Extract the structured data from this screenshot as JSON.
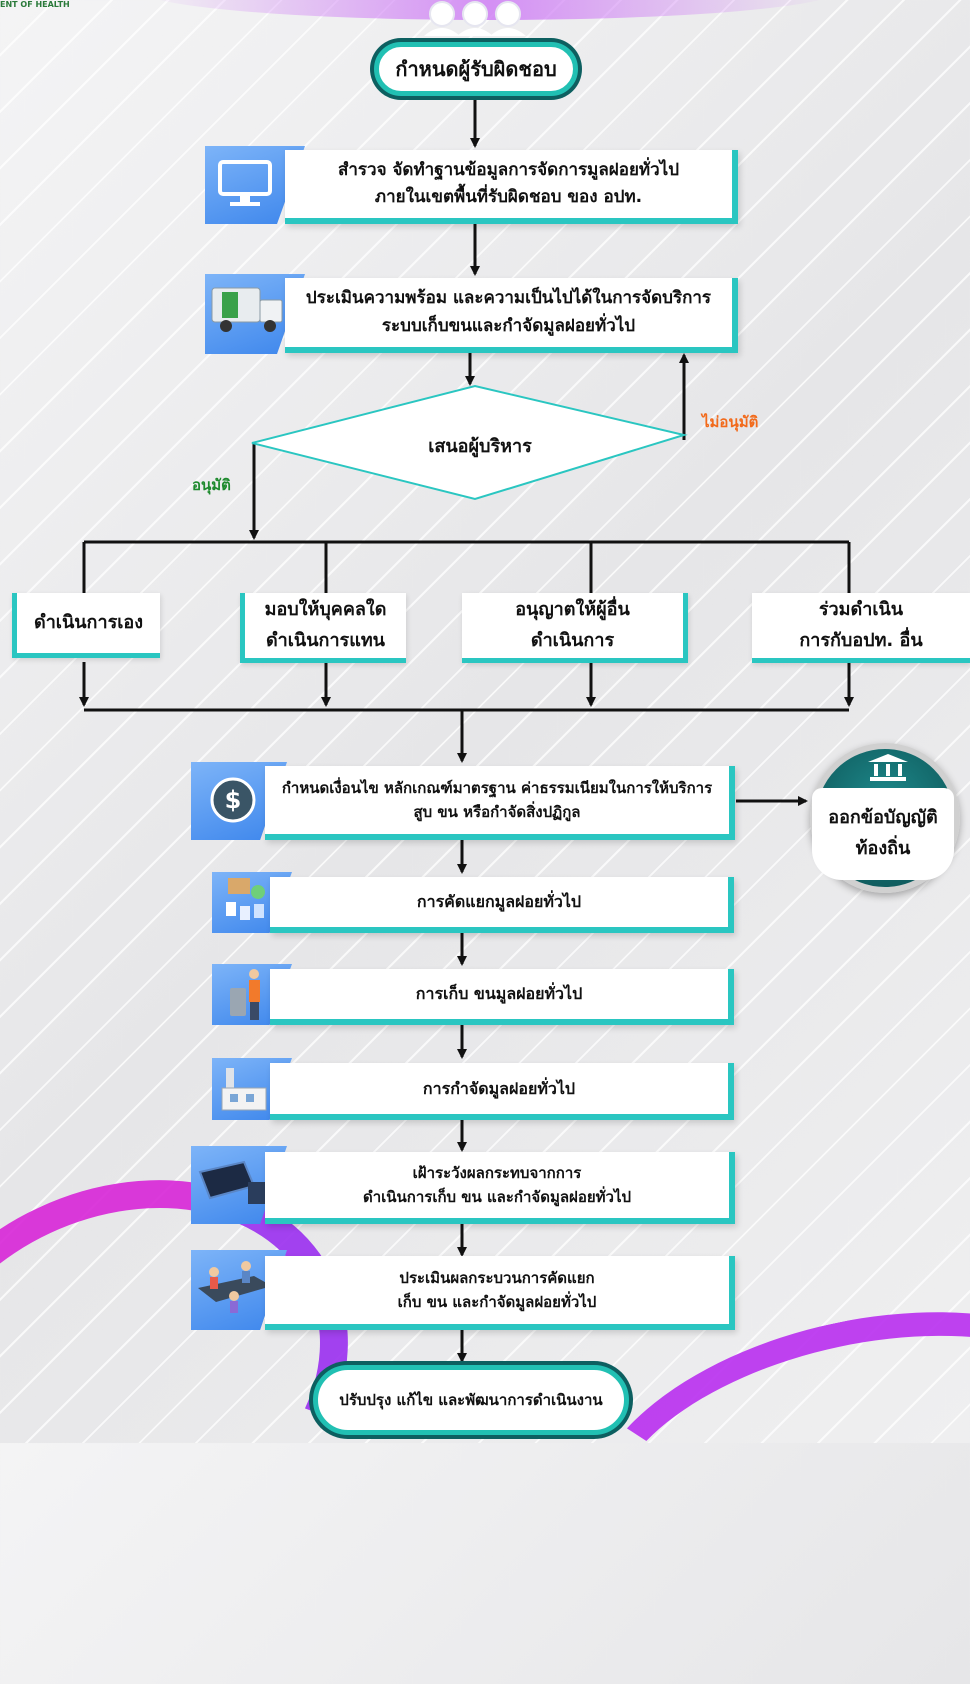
{
  "header": {
    "corner_text": "ENT OF HEALTH"
  },
  "flow": {
    "start": "กำหนดผู้รับผิดชอบ",
    "survey": {
      "line1": "สำรวจ จัดทำฐานข้อมูลการจัดการมูลฝอยทั่วไป",
      "line2": "ภายในเขตพื้นที่รับผิดชอบ ของ อปท."
    },
    "assess": {
      "line1": "ประเมินความพร้อม และความเป็นไปได้ในการจัดบริการ",
      "line2": "ระบบเก็บขนและกำจัดมูลฝอยทั่วไป"
    },
    "decision": "เสนอผู้บริหาร",
    "approved_label": "อนุมัติ",
    "rejected_label": "ไม่อนุมัติ",
    "options": [
      {
        "line1": "ดำเนินการเอง",
        "line2": ""
      },
      {
        "line1": "มอบให้บุคคลใด",
        "line2": "ดำเนินการแทน"
      },
      {
        "line1": "อนุญาตให้ผู้อื่น",
        "line2": "ดำเนินการ"
      },
      {
        "line1": "ร่วมดำเนิน",
        "line2": "การกับอปท. อื่น"
      }
    ],
    "conditions": {
      "line1": "กำหนดเงื่อนไข หลักเกณฑ์มาตรฐาน ค่าธรรมเนียมในการให้บริการ",
      "line2": "สูบ ขน หรือกำจัดสิ่งปฏิกูล"
    },
    "ordinance": {
      "line1": "ออกข้อบัญญัติ",
      "line2": "ท้องถิ่น"
    },
    "separation": "การคัดแยกมูลฝอยทั่วไป",
    "collection": "การเก็บ ขนมูลฝอยทั่วไป",
    "disposal": "การกำจัดมูลฝอยทั่วไป",
    "monitor": {
      "line1": "เฝ้าระวังผลกระทบจากการ",
      "line2": "ดำเนินการเก็บ ขน และกำจัดมูลฝอยทั่วไป"
    },
    "evaluate": {
      "line1": "ประเมินผลกระบวนการคัดแยก",
      "line2": "เก็บ ขน และกำจัดมูลฝอยทั่วไป"
    },
    "end": "ปรับปรุง แก้ไข และพัฒนาการดำเนินงาน"
  },
  "colors": {
    "teal": "#2ac6c1",
    "approved": "#1e8a2e",
    "rejected": "#f26a1b",
    "icon_blue": "#4a90ee"
  },
  "icons": [
    "computer-icon",
    "garbage-truck-icon",
    "dollar-coin-icon",
    "building-columns-icon",
    "sorting-bins-icon",
    "worker-trash-icon",
    "factory-icon",
    "monitor-dumpster-icon",
    "conveyor-workers-icon",
    "people-icon"
  ]
}
